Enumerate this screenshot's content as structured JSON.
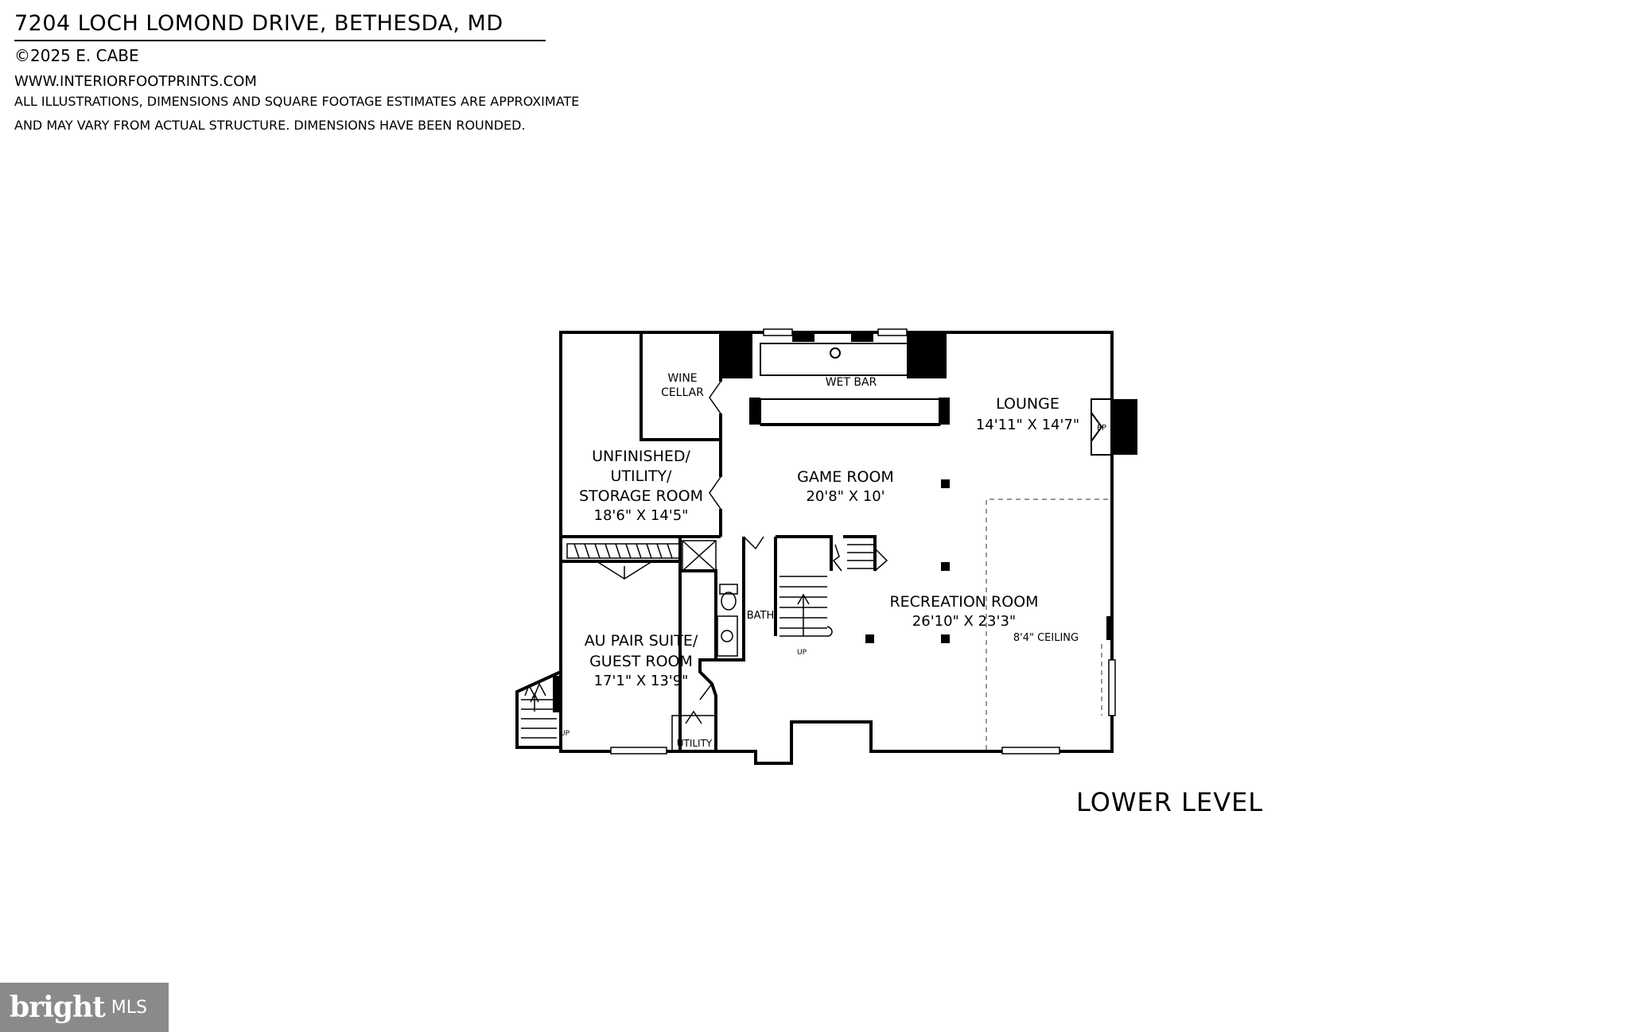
{
  "header": {
    "address": "7204 LOCH LOMOND DRIVE, BETHESDA, MD",
    "copyright": "©2025 E. CABE",
    "website": "WWW.INTERIORFOOTPRINTS.COM",
    "disclaimer_line1": "ALL ILLUSTRATIONS, DIMENSIONS AND SQUARE FOOTAGE ESTIMATES ARE APPROXIMATE",
    "disclaimer_line2": "AND MAY VARY FROM ACTUAL STRUCTURE. DIMENSIONS HAVE BEEN ROUNDED."
  },
  "plan": {
    "level": "LOWER LEVEL",
    "rooms": {
      "wine_cellar": {
        "line1": "WINE",
        "line2": "CELLAR"
      },
      "wet_bar": {
        "name": "WET BAR"
      },
      "lounge": {
        "name": "LOUNGE",
        "dims": "14'11\" X 14'7\""
      },
      "fireplace": {
        "name": "FP"
      },
      "storage": {
        "line1": "UNFINISHED/",
        "line2": "UTILITY/",
        "line3": "STORAGE ROOM",
        "dims": "18'6\" X 14'5\""
      },
      "game_room": {
        "name": "GAME ROOM",
        "dims": "20'8\" X 10'"
      },
      "bath": {
        "name": "BATH"
      },
      "recreation": {
        "name": "RECREATION ROOM",
        "dims": "26'10\" X 23'3\"",
        "ceiling": "8'4\" CEILING"
      },
      "au_pair": {
        "line1": "AU PAIR SUITE/",
        "line2": "GUEST ROOM",
        "dims": "17'1\" X 13'9\""
      },
      "utility": {
        "name": "UTILITY"
      },
      "stair_up_main": {
        "name": "UP"
      },
      "stair_up_side": {
        "name": "UP"
      }
    }
  },
  "branding": {
    "name": "bright",
    "suffix": "MLS"
  },
  "colors": {
    "walls": "#000000",
    "background": "#ffffff",
    "logo_bg": "#8a8a8a"
  }
}
